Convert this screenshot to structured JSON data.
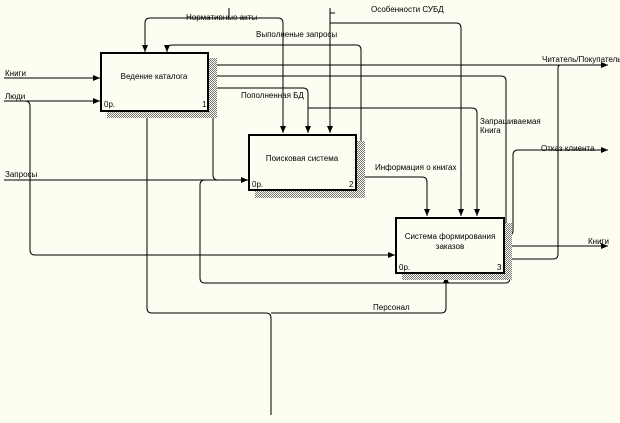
{
  "diagram": {
    "type": "IDEF0",
    "boxes": [
      {
        "id": "1",
        "title": "Ведение каталога",
        "cost": "0р.",
        "number": "1"
      },
      {
        "id": "2",
        "title": "Поисковая система",
        "cost": "0р.",
        "number": "2"
      },
      {
        "id": "3",
        "title_line1": "Система формирования",
        "title_line2": "заказов",
        "cost": "0р.",
        "number": "3"
      }
    ],
    "arrows": {
      "normative_acts": "Нормативные акты",
      "completed_requests": "Выполненые запросы",
      "dbms_features": "Особенности СУБД",
      "books_in": "Книги",
      "people": "Люди",
      "reader_buyer": "Читатель/Покупатель",
      "updated_db": "Пополненная БД",
      "requested_book_line1": "Запрашиваемая",
      "requested_book_line2": "Книга",
      "client_refusal": "Отказ клиента",
      "requests": "Запросы",
      "book_info": "Информация о книгах",
      "books_out": "Книги",
      "personnel": "Персонал"
    }
  }
}
